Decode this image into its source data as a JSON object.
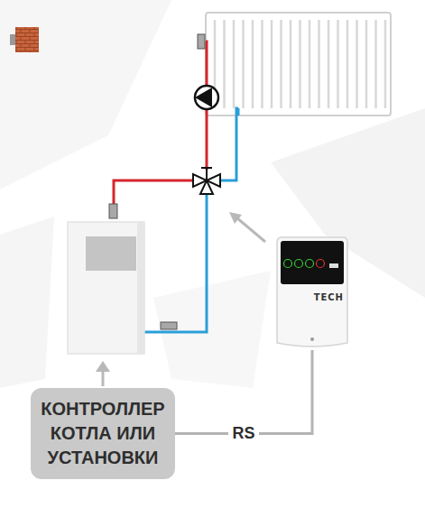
{
  "diagram": {
    "nodes": [
      {
        "text": [
          "КОНТРОЛЛЕР КОТЛА ИЛИ УСТАНОВКИ"
        ]
      },
      {
        "text": [
          "TECH"
        ]
      }
    ],
    "edges": [
      {
        "from": 0,
        "to": 1,
        "label": "RS",
        "arrow": "none"
      }
    ]
  }
}
